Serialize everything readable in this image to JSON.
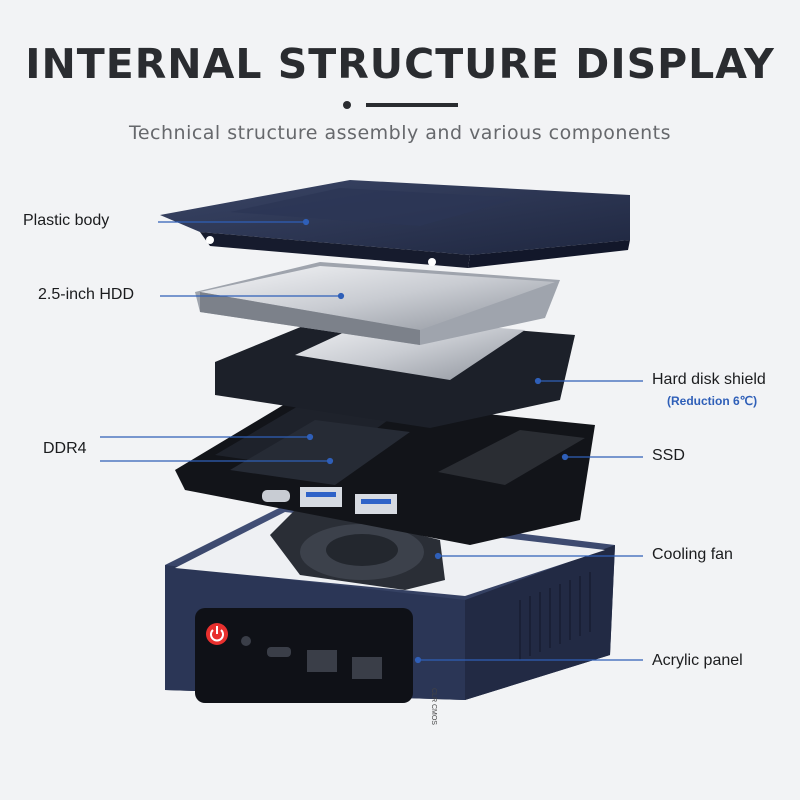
{
  "header": {
    "title": "INTERNAL STRUCTURE DISPLAY",
    "subtitle": "Technical structure assembly and various components"
  },
  "labels": {
    "plastic_body": "Plastic body",
    "hdd": "2.5-inch HDD",
    "hard_disk_shield": "Hard disk shield",
    "shield_note": "(Reduction 6℃)",
    "ddr4": "DDR4",
    "ssd": "SSD",
    "cooling_fan": "Cooling fan",
    "acrylic_panel": "Acrylic panel"
  },
  "device": {
    "port_text": "CLR CMOS"
  },
  "colors": {
    "accent_line": "#2f5fb8",
    "chassis": "#2e3a5c",
    "power_button": "#e8302e"
  }
}
